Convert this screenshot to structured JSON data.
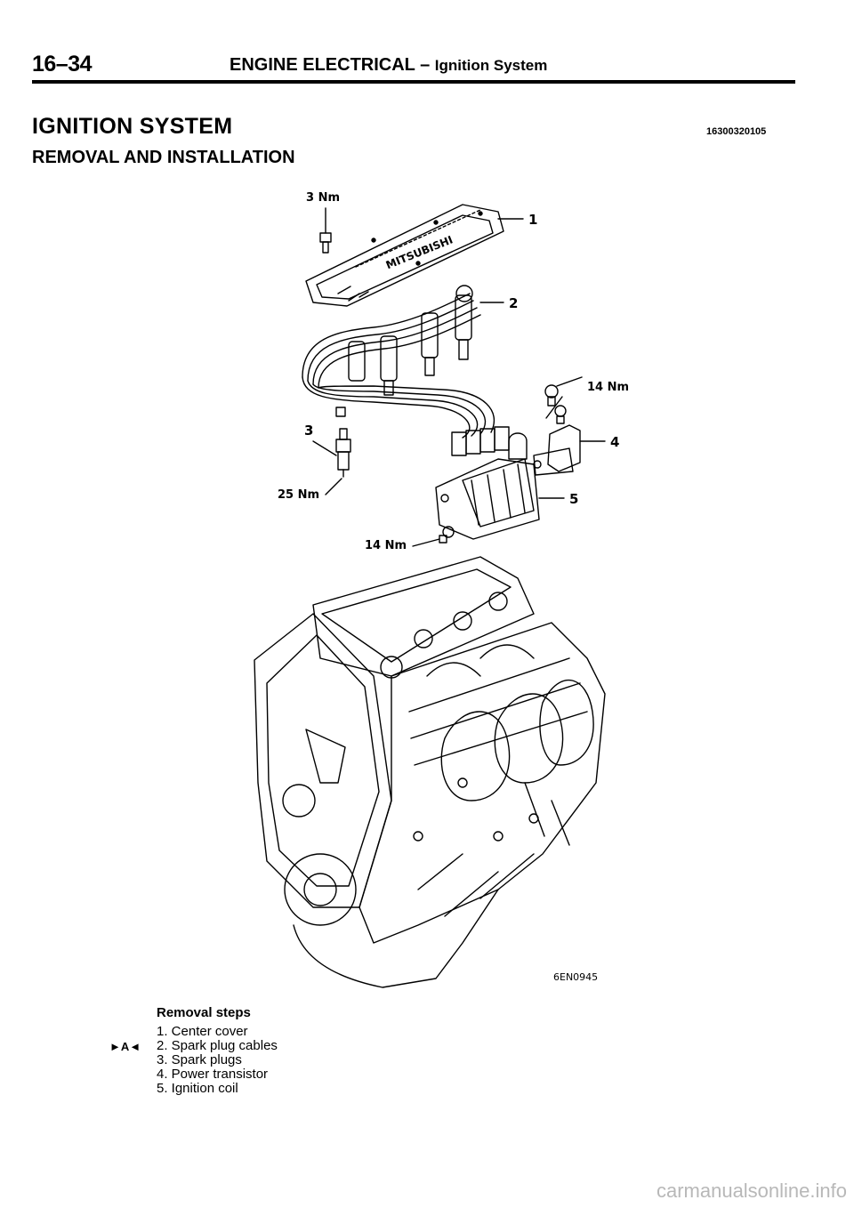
{
  "header": {
    "page_number": "16–34",
    "section": "ENGINE ELECTRICAL",
    "separator": "–",
    "subsection": "Ignition System"
  },
  "title": "IGNITION SYSTEM",
  "doc_code": "16300320105",
  "subtitle": "REMOVAL AND INSTALLATION",
  "figure": {
    "torque_labels": {
      "top": "3 Nm",
      "right": "14 Nm",
      "left": "25 Nm",
      "bottom": "14 Nm"
    },
    "callouts": [
      "1",
      "2",
      "3",
      "4",
      "5"
    ],
    "figure_code": "6EN0945"
  },
  "removal": {
    "heading": "Removal steps",
    "marker": "►A◄",
    "steps": [
      "1. Center cover",
      "2. Spark plug cables",
      "3. Spark plugs",
      "4. Power transistor",
      "5. Ignition coil"
    ]
  },
  "watermark": "carmanualsonline.info"
}
